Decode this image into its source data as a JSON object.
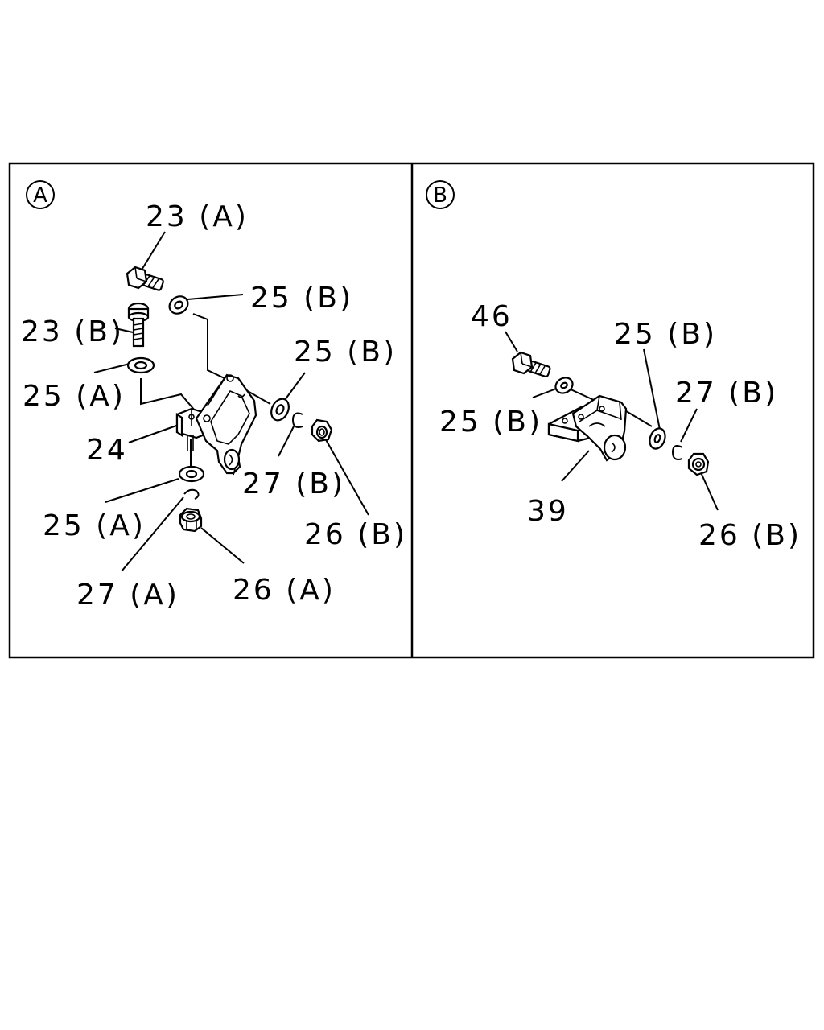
{
  "panels": [
    {
      "id": "A",
      "badge": "A",
      "labels": {
        "bolt_23a": "23 (A)",
        "washer_25b_top": "25 (B)",
        "bolt_23b": "23 (B)",
        "washer_25b_right": "25 (B)",
        "washer_25a_top": "25 (A)",
        "bracket_24": "24",
        "clip_27b": "27 (B)",
        "washer_25a_bottom": "25 (A)",
        "nut_26b": "26 (B)",
        "clip_27a": "27 (A)",
        "nut_26a": "26 (A)"
      }
    },
    {
      "id": "B",
      "badge": "B",
      "labels": {
        "bolt_46": "46",
        "washer_25b_right": "25 (B)",
        "clip_27b": "27 (B)",
        "washer_25b_left": "25 (B)",
        "bracket_39": "39",
        "nut_26b": "26 (B)"
      }
    }
  ]
}
